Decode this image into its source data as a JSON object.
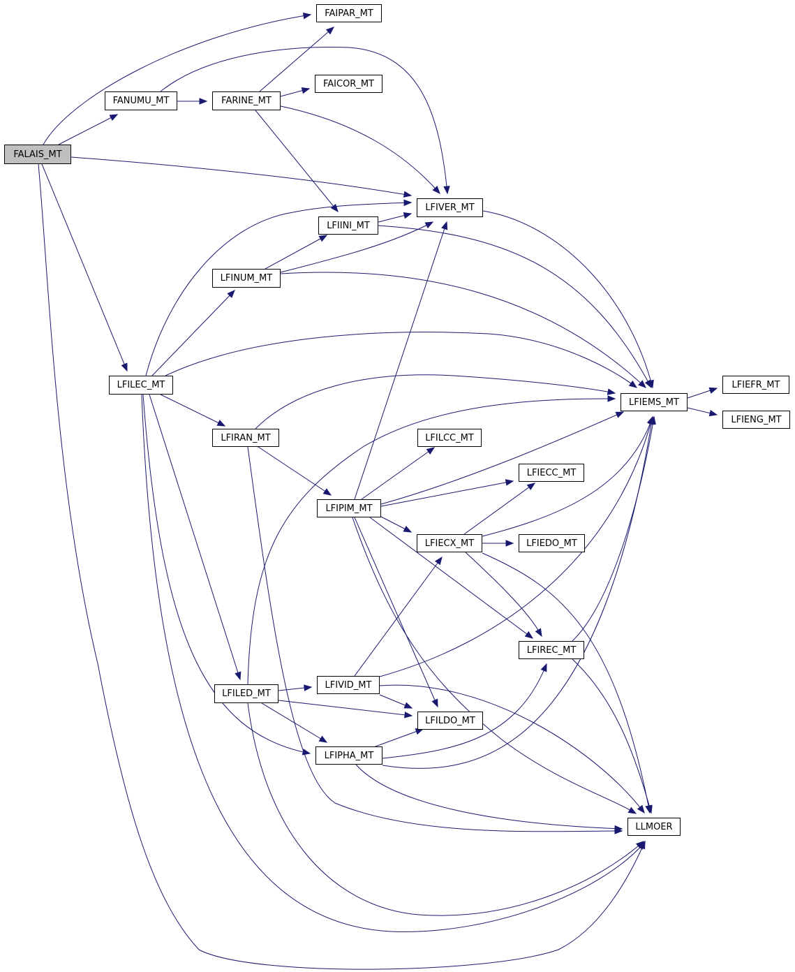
{
  "graph": {
    "edge_color": "#191970",
    "root_fill": "#bfbfbf",
    "nodes": [
      {
        "id": "FALAIS_MT",
        "label": "FALAIS_MT",
        "root": true
      },
      {
        "id": "FAIPAR_MT",
        "label": "FAIPAR_MT"
      },
      {
        "id": "FANUMU_MT",
        "label": "FANUMU_MT"
      },
      {
        "id": "FARINE_MT",
        "label": "FARINE_MT"
      },
      {
        "id": "FAICOR_MT",
        "label": "FAICOR_MT"
      },
      {
        "id": "LFIVER_MT",
        "label": "LFIVER_MT"
      },
      {
        "id": "LFIINI_MT",
        "label": "LFIINI_MT"
      },
      {
        "id": "LFINUM_MT",
        "label": "LFINUM_MT"
      },
      {
        "id": "LFILEC_MT",
        "label": "LFILEC_MT"
      },
      {
        "id": "LFIEMS_MT",
        "label": "LFIEMS_MT"
      },
      {
        "id": "LFIEFR_MT",
        "label": "LFIEFR_MT"
      },
      {
        "id": "LFIENG_MT",
        "label": "LFIENG_MT"
      },
      {
        "id": "LFIRAN_MT",
        "label": "LFIRAN_MT"
      },
      {
        "id": "LFILCC_MT",
        "label": "LFILCC_MT"
      },
      {
        "id": "LFIECC_MT",
        "label": "LFIECC_MT"
      },
      {
        "id": "LFIPIM_MT",
        "label": "LFIPIM_MT"
      },
      {
        "id": "LFIECX_MT",
        "label": "LFIECX_MT"
      },
      {
        "id": "LFIEDO_MT",
        "label": "LFIEDO_MT"
      },
      {
        "id": "LFIREC_MT",
        "label": "LFIREC_MT"
      },
      {
        "id": "LFIVID_MT",
        "label": "LFIVID_MT"
      },
      {
        "id": "LFILED_MT",
        "label": "LFILED_MT"
      },
      {
        "id": "LFILDO_MT",
        "label": "LFILDO_MT"
      },
      {
        "id": "LFIPHA_MT",
        "label": "LFIPHA_MT"
      },
      {
        "id": "LLMOER",
        "label": "LLMOER"
      }
    ],
    "edges": [
      [
        "FALAIS_MT",
        "FAIPAR_MT"
      ],
      [
        "FALAIS_MT",
        "FANUMU_MT"
      ],
      [
        "FALAIS_MT",
        "LFIVER_MT"
      ],
      [
        "FALAIS_MT",
        "LFILEC_MT"
      ],
      [
        "FALAIS_MT",
        "LLMOER"
      ],
      [
        "FANUMU_MT",
        "FARINE_MT"
      ],
      [
        "FANUMU_MT",
        "LFIVER_MT"
      ],
      [
        "FARINE_MT",
        "FAIPAR_MT"
      ],
      [
        "FARINE_MT",
        "FAICOR_MT"
      ],
      [
        "FARINE_MT",
        "LFIVER_MT"
      ],
      [
        "FARINE_MT",
        "LFIINI_MT"
      ],
      [
        "LFIINI_MT",
        "LFIVER_MT"
      ],
      [
        "LFIINI_MT",
        "LFIEMS_MT"
      ],
      [
        "LFINUM_MT",
        "LFIINI_MT"
      ],
      [
        "LFINUM_MT",
        "LFIVER_MT"
      ],
      [
        "LFINUM_MT",
        "LFIEMS_MT"
      ],
      [
        "LFIVER_MT",
        "LFIEMS_MT"
      ],
      [
        "LFILEC_MT",
        "LFIVER_MT"
      ],
      [
        "LFILEC_MT",
        "LFINUM_MT"
      ],
      [
        "LFILEC_MT",
        "LFIEMS_MT"
      ],
      [
        "LFILEC_MT",
        "LFIRAN_MT"
      ],
      [
        "LFILEC_MT",
        "LFILED_MT"
      ],
      [
        "LFILEC_MT",
        "LFIPHA_MT"
      ],
      [
        "LFILEC_MT",
        "LLMOER"
      ],
      [
        "LFIEMS_MT",
        "LFIEFR_MT"
      ],
      [
        "LFIEMS_MT",
        "LFIENG_MT"
      ],
      [
        "LFIRAN_MT",
        "LFIEMS_MT"
      ],
      [
        "LFIRAN_MT",
        "LFIPIM_MT"
      ],
      [
        "LFIRAN_MT",
        "LLMOER"
      ],
      [
        "LFIPIM_MT",
        "LFIVER_MT"
      ],
      [
        "LFIPIM_MT",
        "LFILCC_MT"
      ],
      [
        "LFIPIM_MT",
        "LFIEMS_MT"
      ],
      [
        "LFIPIM_MT",
        "LFIECC_MT"
      ],
      [
        "LFIPIM_MT",
        "LFIECX_MT"
      ],
      [
        "LFIPIM_MT",
        "LFIREC_MT"
      ],
      [
        "LFIPIM_MT",
        "LFILDO_MT"
      ],
      [
        "LFIPIM_MT",
        "LLMOER"
      ],
      [
        "LFIECX_MT",
        "LFIECC_MT"
      ],
      [
        "LFIECX_MT",
        "LFIEMS_MT"
      ],
      [
        "LFIECX_MT",
        "LFIEDO_MT"
      ],
      [
        "LFIECX_MT",
        "LFIREC_MT"
      ],
      [
        "LFIECX_MT",
        "LLMOER"
      ],
      [
        "LFIREC_MT",
        "LFIEMS_MT"
      ],
      [
        "LFIREC_MT",
        "LLMOER"
      ],
      [
        "LFIVID_MT",
        "LFIECX_MT"
      ],
      [
        "LFIVID_MT",
        "LFIEMS_MT"
      ],
      [
        "LFIVID_MT",
        "LFILDO_MT"
      ],
      [
        "LFIVID_MT",
        "LLMOER"
      ],
      [
        "LFILED_MT",
        "LFIEMS_MT"
      ],
      [
        "LFILED_MT",
        "LFIVID_MT"
      ],
      [
        "LFILED_MT",
        "LFILDO_MT"
      ],
      [
        "LFILED_MT",
        "LFIPHA_MT"
      ],
      [
        "LFILED_MT",
        "LLMOER"
      ],
      [
        "LFIPHA_MT",
        "LFILDO_MT"
      ],
      [
        "LFIPHA_MT",
        "LFIREC_MT"
      ],
      [
        "LFIPHA_MT",
        "LFIEMS_MT"
      ],
      [
        "LFIPHA_MT",
        "LLMOER"
      ]
    ]
  }
}
